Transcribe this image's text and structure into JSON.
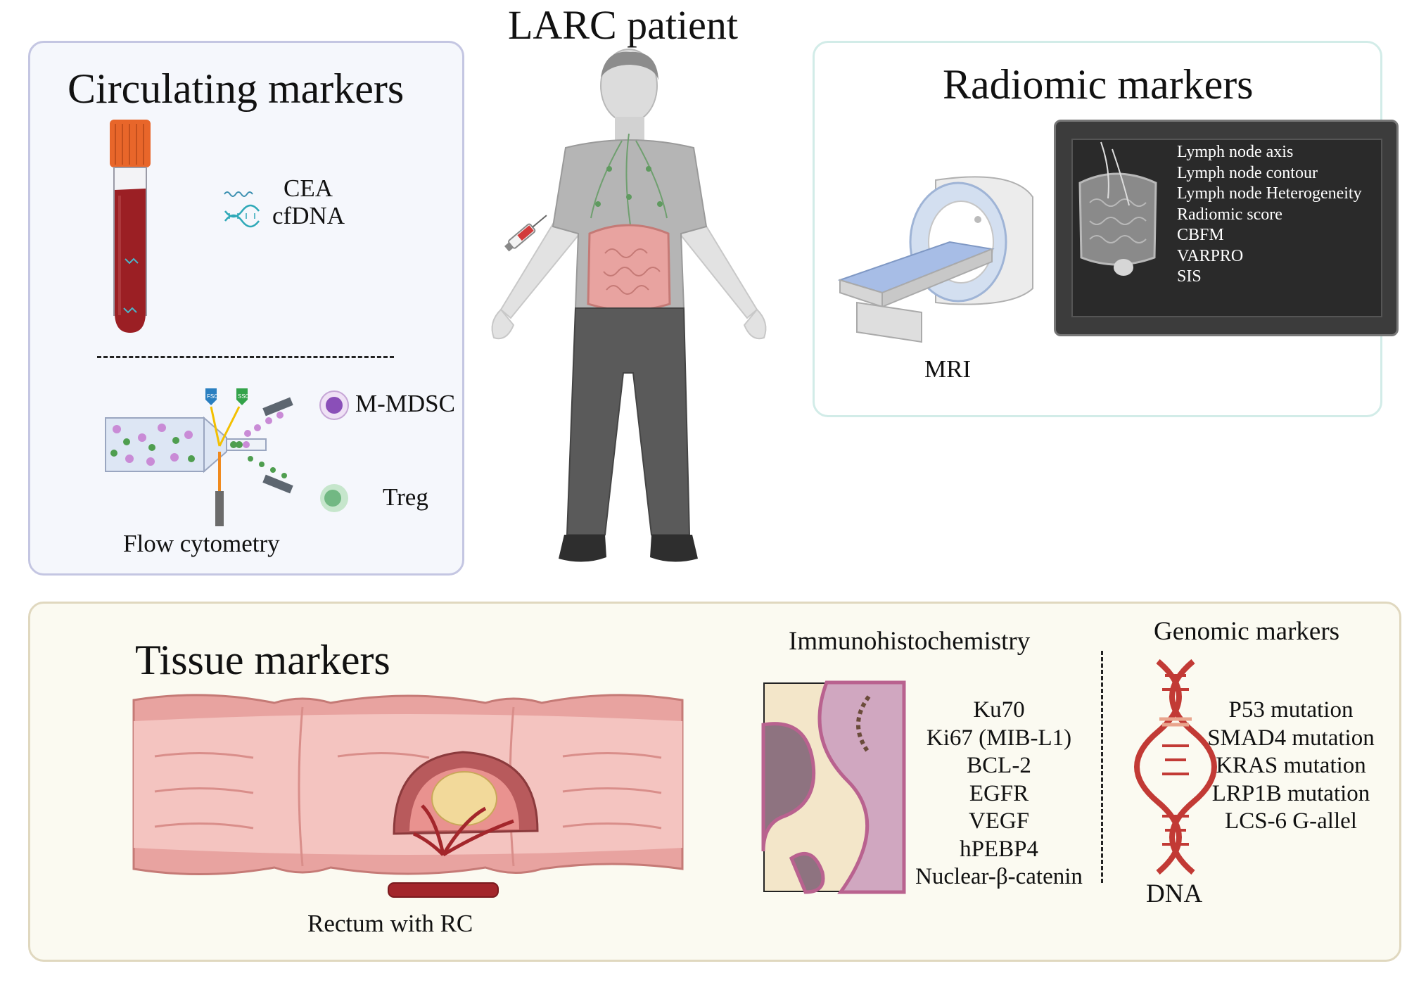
{
  "title": "LARC patient",
  "circulating": {
    "heading": "Circulating markers",
    "blood_markers": [
      "CEA",
      "cfDNA"
    ],
    "cells": [
      "M-MDSC",
      "Treg"
    ],
    "method_label": "Flow cytometry",
    "detector_labels": [
      "FSC",
      "SSC"
    ]
  },
  "radiomic": {
    "heading": "Radiomic markers",
    "modality_label": "MRI",
    "features": [
      "Lymph node axis",
      "Lymph node contour",
      "Lymph node Heterogeneity",
      "Radiomic score",
      "CBFM",
      "VARPRO",
      "SIS"
    ]
  },
  "tissue": {
    "heading": "Tissue markers",
    "rectum_label": "Rectum with RC",
    "ihc": {
      "heading": "Immunohistochemistry",
      "markers": [
        "Ku70",
        "Ki67 (MIB-L1)",
        "BCL-2",
        "EGFR",
        "VEGF",
        "hPEBP4",
        "Nuclear-β-catenin"
      ]
    },
    "genomic": {
      "heading": "Genomic markers",
      "markers": [
        "P53 mutation",
        "SMAD4 mutation",
        "KRAS mutation",
        "LRP1B mutation",
        "LCS-6 G-allel"
      ],
      "dna_label": "DNA"
    }
  },
  "colors": {
    "circulating_bg": "#f5f7fc",
    "radiomic_border": "#d2ece8",
    "tissue_bg": "#fbfaf1",
    "blood": "#9b1f24",
    "tube_cap": "#e8662a",
    "intestine": "#e8a3a0",
    "dna": "#c23a35"
  }
}
